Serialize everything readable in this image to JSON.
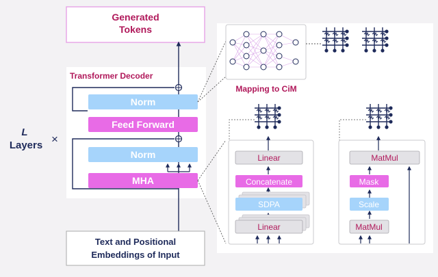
{
  "output": {
    "line1": "Generated",
    "line2": "Tokens"
  },
  "decoder": {
    "title": "Transformer Decoder",
    "norm_top": "Norm",
    "feed_forward": "Feed Forward",
    "norm_bottom": "Norm",
    "mha": "MHA"
  },
  "layers": {
    "symbol": "L",
    "word": "Layers",
    "times": "×"
  },
  "input": {
    "line1": "Text and Positional",
    "line2": "Embeddings of Input"
  },
  "cim": {
    "caption": "Mapping to CiM"
  },
  "mha_detail": {
    "linear_top": "Linear",
    "concatenate": "Concatenate",
    "sdpa": "SDPA",
    "linear_bottom": "Linear"
  },
  "sdpa_detail": {
    "matmul_top": "MatMul",
    "mask": "Mask",
    "scale": "Scale",
    "matmul_bottom": "MatMul"
  },
  "colors": {
    "pink": "#e86be6",
    "blue": "#a6d4fb",
    "grey": "#e3e2e6",
    "output_text": "#b0185a",
    "accent_text": "#b0185a",
    "line": "#1e2a5a"
  }
}
